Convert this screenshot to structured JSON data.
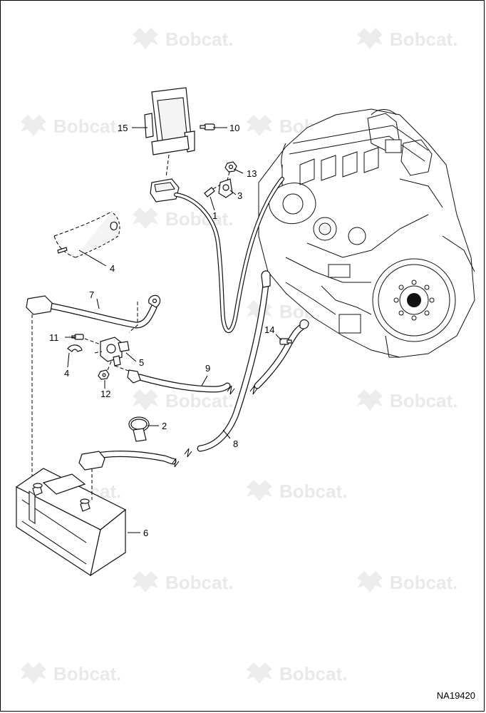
{
  "watermark": {
    "brand_text": "Bobcat."
  },
  "callouts": {
    "c1": "1",
    "c2": "2",
    "c3": "3",
    "c4a": "4",
    "c4b": "4",
    "c5": "5",
    "c6": "6",
    "c7": "7",
    "c8": "8",
    "c9": "9",
    "c10": "10",
    "c11": "11",
    "c12": "12",
    "c13": "13",
    "c14": "14",
    "c15": "15"
  },
  "drawing_id": "NA19420"
}
